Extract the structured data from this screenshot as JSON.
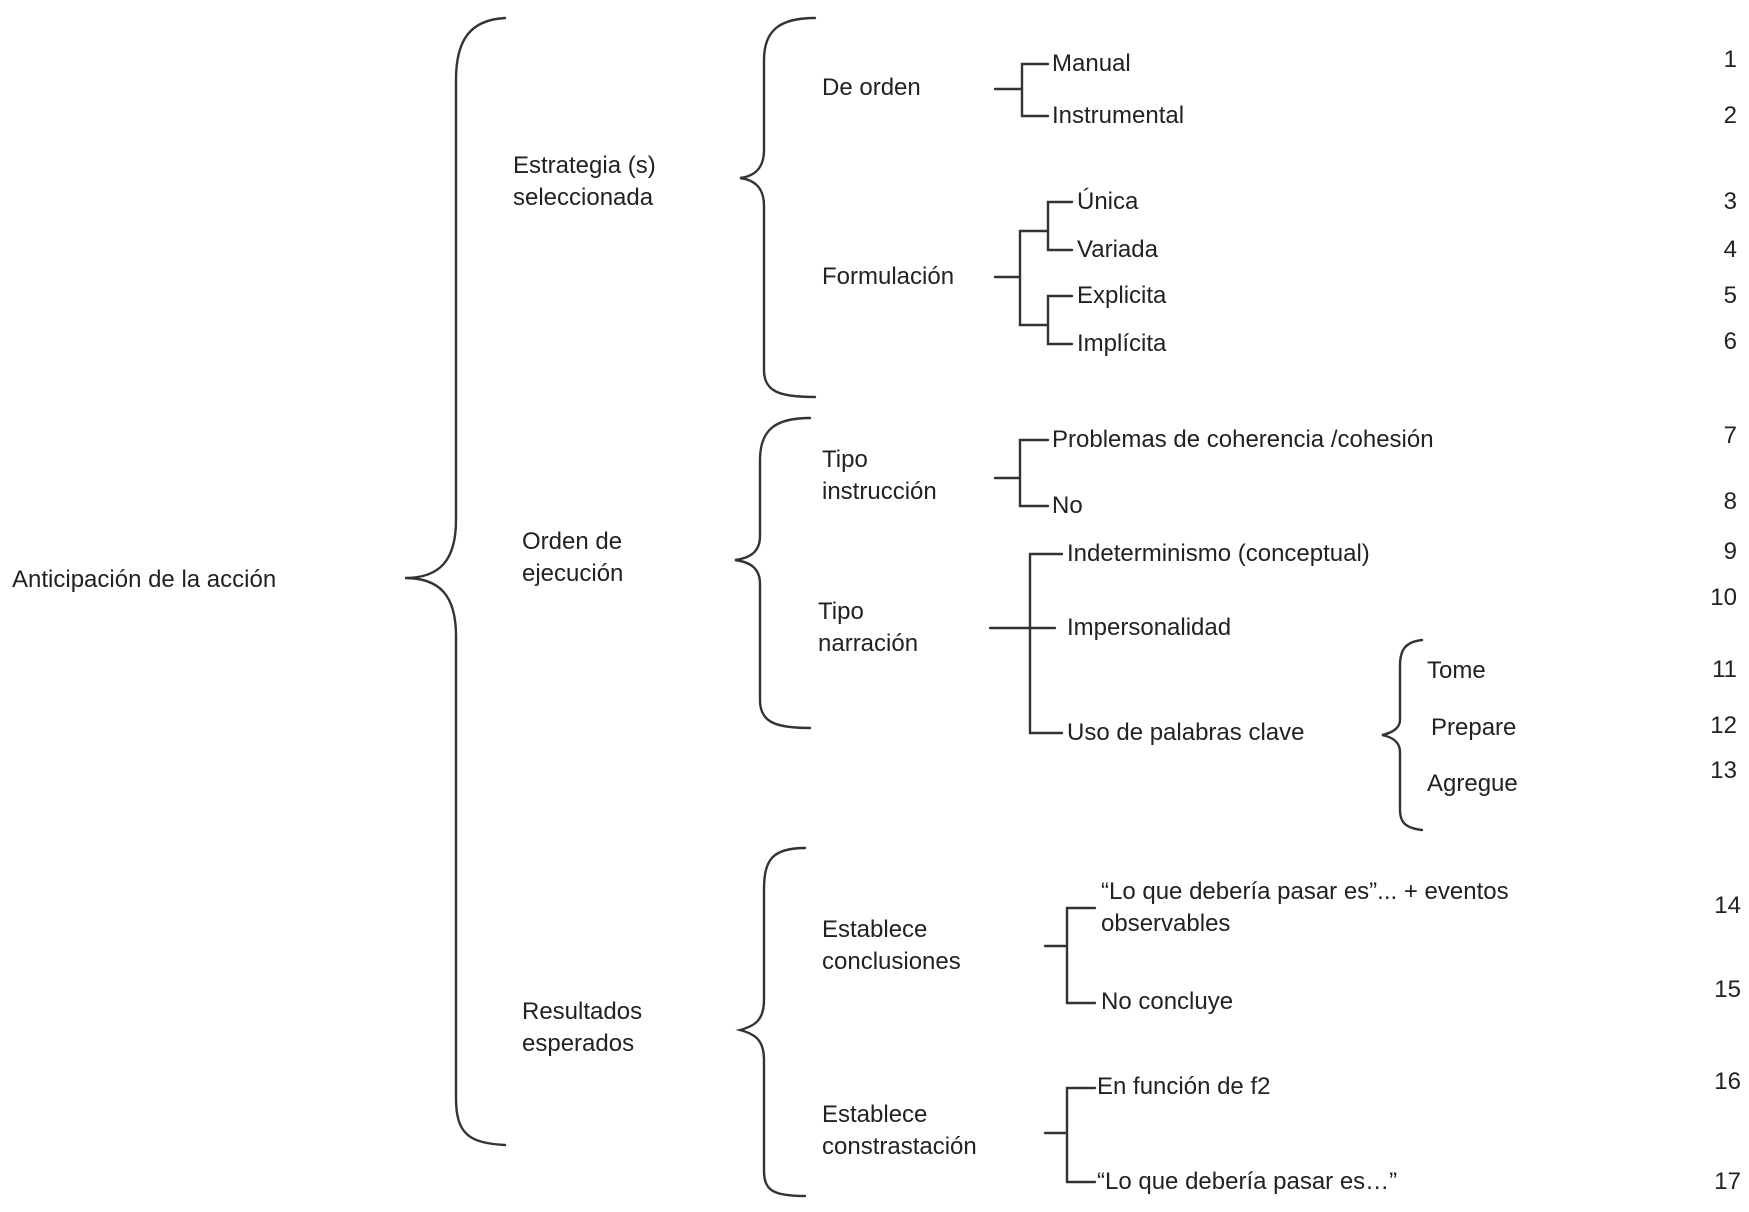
{
  "root": {
    "label": "Anticipación de la acción"
  },
  "categories": [
    {
      "label": "Estrategia (s)\nseleccionada",
      "lines": [
        "Estrategia (s)",
        "seleccionada"
      ],
      "groups": [
        {
          "lines": [
            "De orden"
          ],
          "items": [
            {
              "label": "Manual",
              "code": "1"
            },
            {
              "label": "Instrumental",
              "code": "2"
            }
          ]
        },
        {
          "lines": [
            "Formulación"
          ],
          "subgroups": [
            {
              "items": [
                {
                  "label": "Única",
                  "code": "3"
                },
                {
                  "label": "Variada",
                  "code": "4"
                }
              ]
            },
            {
              "items": [
                {
                  "label": "Explicita",
                  "code": "5"
                },
                {
                  "label": "Implícita",
                  "code": "6"
                }
              ]
            }
          ]
        }
      ]
    },
    {
      "lines": [
        "Orden de",
        "ejecución"
      ],
      "groups": [
        {
          "lines": [
            "Tipo",
            "instrucción"
          ],
          "items": [
            {
              "label": "Problemas de coherencia /cohesión",
              "code": "7"
            },
            {
              "label": "No",
              "code": "8"
            }
          ]
        },
        {
          "lines": [
            "Tipo",
            "narración"
          ],
          "items": [
            {
              "label": "Indeterminismo (conceptual)",
              "code": "9"
            },
            {
              "label": "Impersonalidad",
              "code": "10"
            },
            {
              "label": "Uso de palabras clave",
              "keywords": [
                {
                  "label": "Tome",
                  "code": "11"
                },
                {
                  "label": "Prepare",
                  "code": "12"
                },
                {
                  "label": "Agregue",
                  "code": "13"
                }
              ]
            }
          ]
        }
      ]
    },
    {
      "lines": [
        "Resultados",
        "esperados"
      ],
      "groups": [
        {
          "lines": [
            "Establece",
            "conclusiones"
          ],
          "items": [
            {
              "lines": [
                "“Lo que debería pasar es”... + eventos",
                "observables"
              ],
              "code": "14"
            },
            {
              "label": "No concluye",
              "code": "15"
            }
          ]
        },
        {
          "lines": [
            "Establece",
            "constrastación"
          ],
          "items": [
            {
              "label": "En función de f2",
              "code": "16"
            },
            {
              "label": "“Lo que debería pasar es…”",
              "code": "17"
            }
          ]
        }
      ]
    }
  ]
}
